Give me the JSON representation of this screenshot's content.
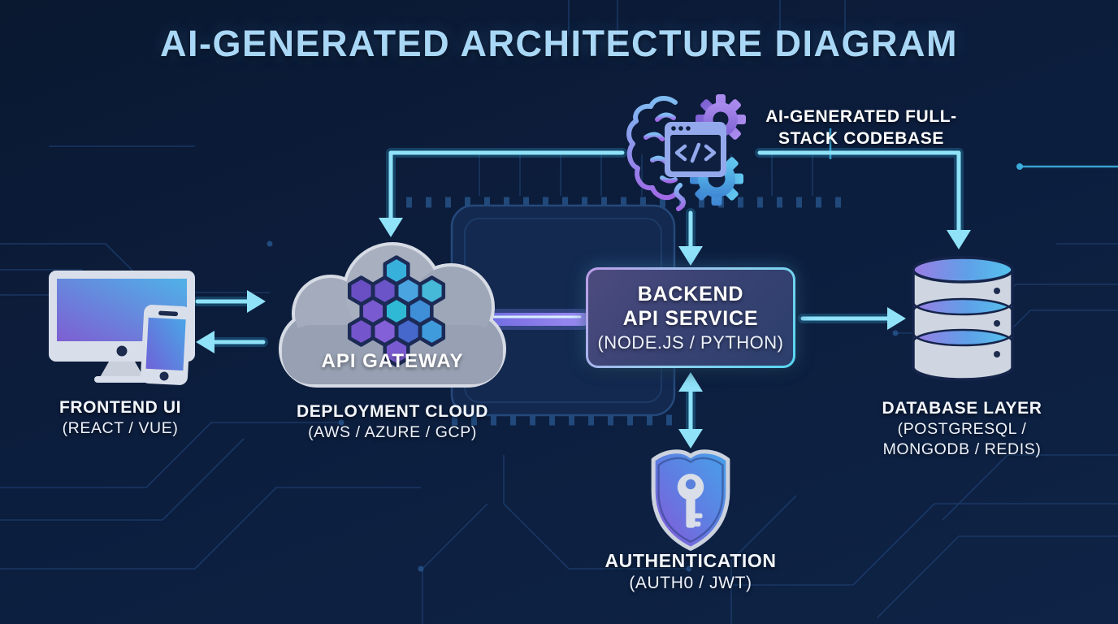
{
  "title": "AI-GENERATED ARCHITECTURE DIAGRAM",
  "ai_codebase": {
    "label_line1": "AI-GENERATED FULL-",
    "label_line2": "STACK CODEBASE"
  },
  "frontend": {
    "label": "FRONTEND UI",
    "sublabel": "(REACT / VUE)"
  },
  "cloud": {
    "gateway_label": "API GATEWAY",
    "label": "DEPLOYMENT CLOUD",
    "sublabel": "(AWS / AZURE / GCP)"
  },
  "backend": {
    "label_line1": "BACKEND",
    "label_line2": "API SERVICE",
    "sublabel": "(NODE.JS / PYTHON)"
  },
  "database": {
    "label": "DATABASE LAYER",
    "sublabel_line1": "(POSTGRESQL /",
    "sublabel_line2": "MONGODB / REDIS)"
  },
  "authentication": {
    "label": "AUTHENTICATION",
    "sublabel": "(AUTH0 / JWT)"
  },
  "icons": {
    "ai": "brain-code-gears-icon",
    "frontend": "monitor-phone-icon",
    "gateway": "hexagon-cluster-icon",
    "cloud": "cloud-icon",
    "database": "database-cylinder-icon",
    "authentication": "shield-key-icon"
  },
  "colors": {
    "background": "#0c1d3c",
    "title": "#a9d7f6",
    "arrow_cyan": "#8fe2f8",
    "connector_purple": "#9a86ee",
    "cloud_gray": "#97a0b2",
    "text": "#f3f7fc"
  }
}
